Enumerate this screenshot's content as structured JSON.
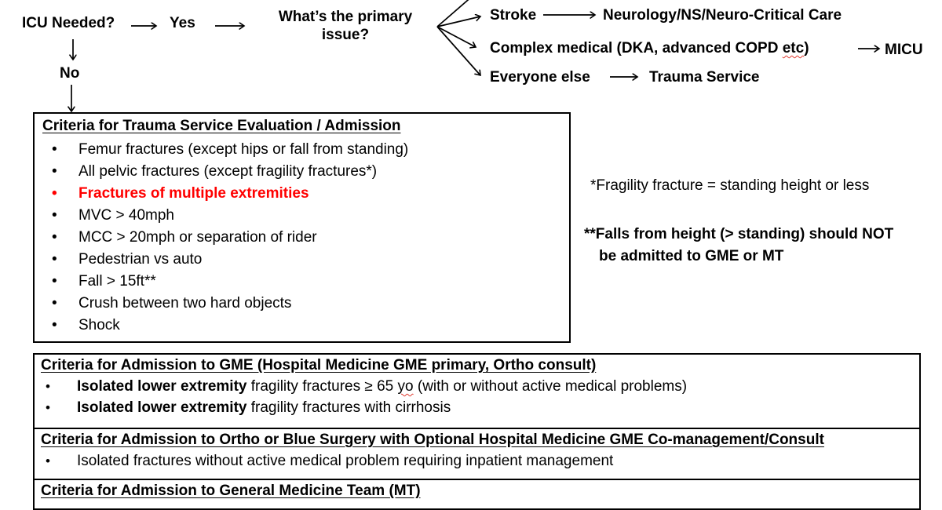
{
  "colors": {
    "highlight_red": "#ff0000",
    "spellcheck_red": "#e03a2f",
    "ink": "#000000"
  },
  "flowchart": {
    "icu_question": "ICU Needed?",
    "yes_label": "Yes",
    "no_label": "No",
    "primary_issue_question": "What’s the primary issue?",
    "branches": {
      "stroke": {
        "label": "Stroke",
        "destination": "Neurology/NS/Neuro-Critical Care"
      },
      "complex": {
        "label_prefix": "Complex medical (DKA, advanced COPD ",
        "misspelled_word": "etc",
        "label_suffix": ")",
        "destination": "MICU"
      },
      "everyone": {
        "label": "Everyone else",
        "destination": "Trauma Service"
      }
    }
  },
  "trauma_box": {
    "title": "Criteria for Trauma Service Evaluation / Admission",
    "items": [
      "Femur fractures (except hips or fall from standing)",
      "All pelvic fractures (except fragility fractures*)",
      "Fractures of multiple extremities",
      "MVC > 40mph",
      "MCC > 20mph or separation of rider",
      "Pedestrian vs auto",
      "Fall > 15ft**",
      "Crush between two hard objects",
      "Shock"
    ],
    "highlighted_item_index": 2
  },
  "footnotes": {
    "fragility": "*Fragility fracture = standing height or less",
    "falls_line1": "**Falls from height (> standing) should NOT",
    "falls_line2": "be admitted to GME or MT"
  },
  "gme_box": {
    "title": "Criteria for Admission to GME (Hospital Medicine GME primary, Ortho consult)",
    "bullet1_bold": "Isolated lower extremity",
    "bullet1_mid": " fragility fractures ≥ 65 ",
    "bullet1_misspelled": "yo",
    "bullet1_tail": " (with or without active medical problems)",
    "bullet2_bold": "Isolated lower extremity",
    "bullet2_tail": " fragility fractures with cirrhosis"
  },
  "ortho_box": {
    "title": "Criteria for Admission to Ortho or Blue Surgery with Optional Hospital Medicine GME Co-management/Consult",
    "bullet1": "Isolated fractures without active medical problem requiring inpatient management"
  },
  "mt_box": {
    "title": "Criteria for Admission to General Medicine Team (MT)"
  }
}
